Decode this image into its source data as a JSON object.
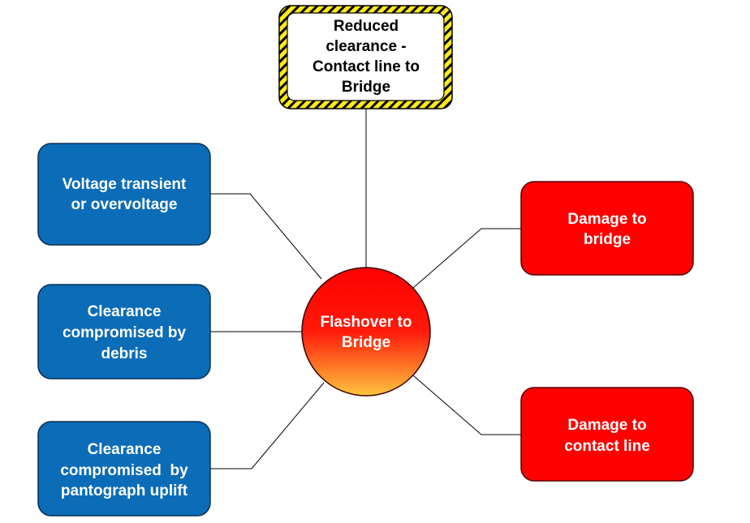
{
  "colors": {
    "cause_fill": "#0B6CB8",
    "cause_stroke": "#0a2f52",
    "consequence_fill": "#FF0000",
    "consequence_stroke": "#5a0000",
    "hazard_fill_top": "#FF0000",
    "hazard_fill_bottom": "#FFC43D",
    "top_event_border_yellow": "#FFEA1A",
    "top_event_border_black": "#000000",
    "connector": "#000000"
  },
  "top_event": {
    "lines": [
      "Reduced",
      "clearance -",
      "Contact line to",
      "Bridge"
    ]
  },
  "hazard": {
    "lines": [
      "Flashover to",
      "Bridge"
    ]
  },
  "causes": [
    {
      "lines": [
        "Voltage transient",
        "or overvoltage"
      ]
    },
    {
      "lines": [
        "Clearance",
        "compromised by",
        "debris"
      ]
    },
    {
      "lines": [
        "Clearance",
        "compromised  by",
        "pantograph uplift"
      ]
    }
  ],
  "consequences": [
    {
      "lines": [
        "Damage to",
        "bridge"
      ]
    },
    {
      "lines": [
        "Damage to",
        "contact line"
      ]
    }
  ]
}
